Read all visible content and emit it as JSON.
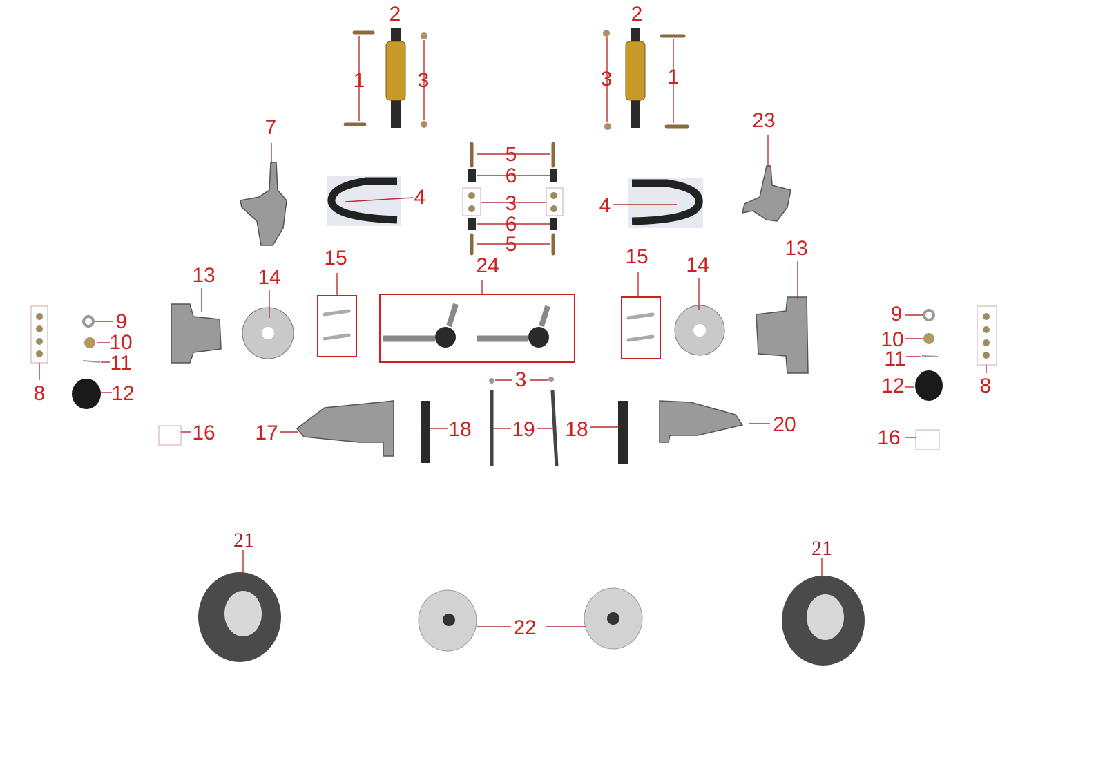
{
  "diagram": {
    "labels": {
      "shock_l": "2",
      "shock_r": "2",
      "bolt_l": "1",
      "nut_l": "3",
      "nut_r": "3",
      "bolt_r": "1",
      "knuckle_l": "7",
      "knuckle_r": "23",
      "bolt_top": "5",
      "bush_top": "6",
      "nut_mid": "3",
      "bush_bot": "6",
      "bolt_bot": "5",
      "arm_upper_l": "4",
      "arm_upper_r": "4",
      "screws_l": "15",
      "tierod": "24",
      "screws_r": "15",
      "disc_r": "14",
      "hub_r": "13",
      "hub_l": "13",
      "disc_l": "14",
      "washer_l": "9",
      "nut10_l": "10",
      "pin_l": "11",
      "studs_l": "8",
      "cap_l": "12",
      "washer_r": "9",
      "nut10_r": "10",
      "pin_r": "11",
      "cap_r": "12",
      "studs_r": "8",
      "nut_lower": "3",
      "pins16_l": "16",
      "arm_lower_l": "17",
      "tube_l": "18",
      "longbolt": "19",
      "tube_r": "18",
      "arm_lower_r": "20",
      "pins16_r": "16",
      "tire_l": "21",
      "tire_r": "21",
      "rim": "22"
    },
    "colors": {
      "label": "#cf1f1f",
      "label_tire": "#a3222b",
      "spring": "#c89a2a"
    }
  }
}
